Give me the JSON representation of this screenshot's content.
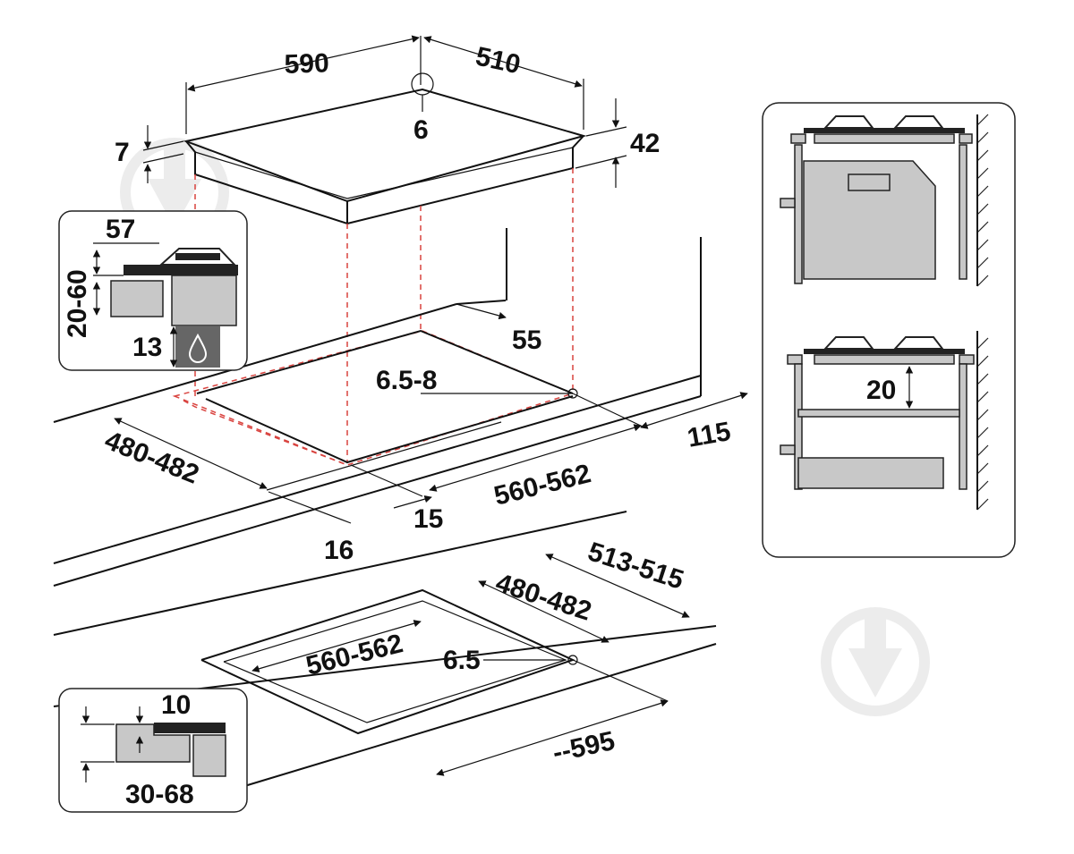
{
  "diagram": {
    "hob_dimensions": {
      "width": "590",
      "depth": "510",
      "gas_inlet": "6",
      "thickness_left": "7",
      "height": "42"
    },
    "side_detail": {
      "top": "57",
      "range": "20-60",
      "bottom": "13"
    },
    "cutout_flush": {
      "depth": "480-482",
      "width": "560-562",
      "back_margin": "55",
      "corner_radius": "6.5-8",
      "back_gap": "115",
      "front_left": "16",
      "front_right": "15"
    },
    "cutout_recessed": {
      "outer_depth": "513-515",
      "inner_depth": "480-482",
      "inner_width": "560-562",
      "corner_radius": "6.5",
      "outer_width": "--595"
    },
    "edge_detail": {
      "step": "10",
      "range": "30-68"
    },
    "install_detail": {
      "clearance": "20"
    },
    "colors": {
      "lines": "#111111",
      "guides": "#d9433f",
      "fill": "#c8c8c8",
      "watermark": "#e6e6e6"
    }
  }
}
